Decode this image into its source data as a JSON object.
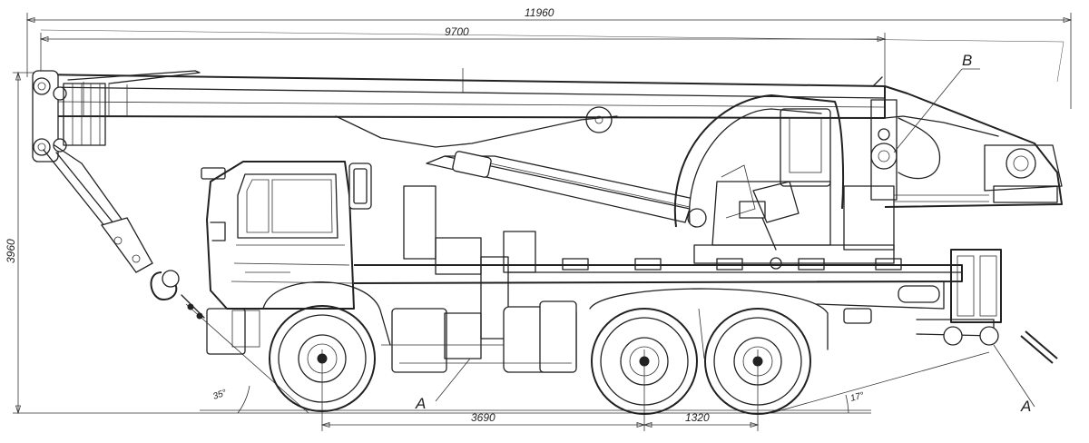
{
  "dimensions": {
    "overall_length": "11960",
    "boom_length": "9700",
    "height": "3960",
    "wheelbase_front": "3690",
    "wheelbase_rear": "1320",
    "approach_angle": "35°",
    "departure_angle": "17°"
  },
  "callouts": {
    "a_front": "A",
    "a_rear": "A",
    "b": "B"
  }
}
